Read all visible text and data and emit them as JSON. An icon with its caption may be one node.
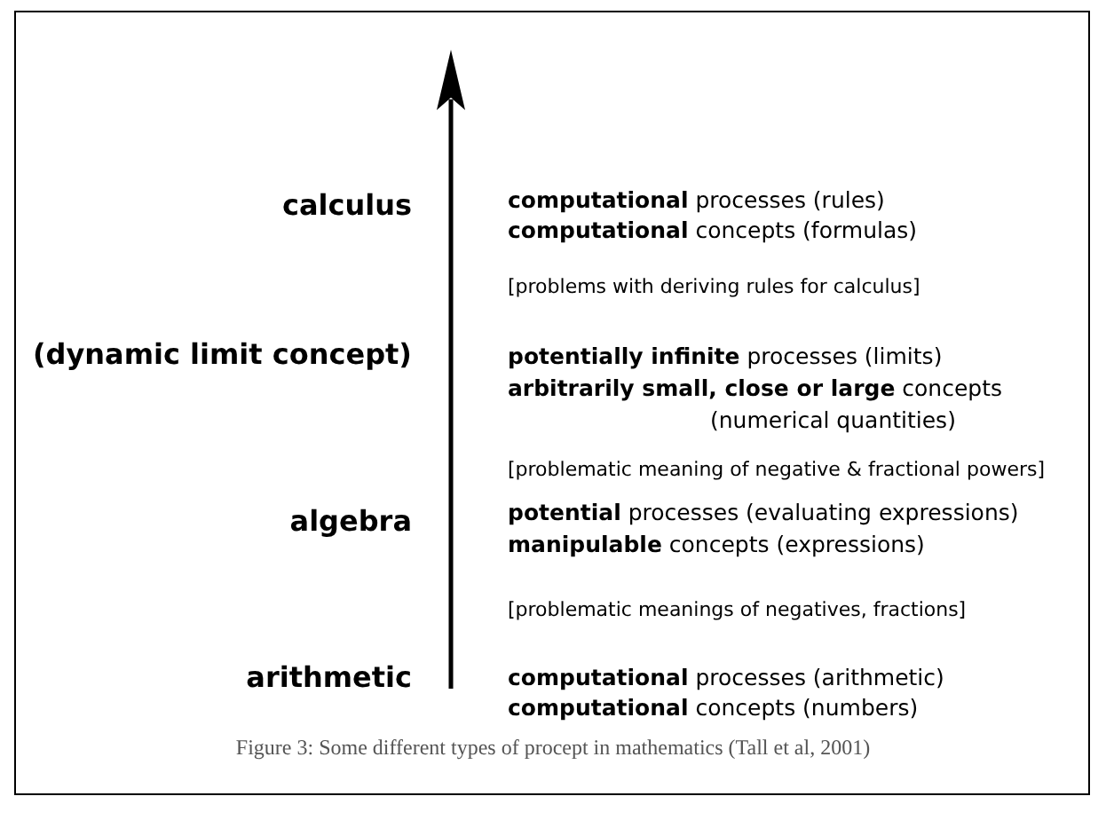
{
  "diagram": {
    "caption": "Figure 3: Some different types of procept in mathematics (Tall et al, 2001)",
    "labels": [
      "calculus",
      "**computational** processes (rules)",
      "**computational** concepts (formulas)",
      "[problems with deriving rules for calculus]",
      "(dynamic limit concept)",
      "**potentially infinite** processes (limits)",
      "**arbitrarily small, close or large** concepts",
      "(numerical quantities)",
      "[problematic meaning of negative & fractional powers]",
      "algebra",
      "**potential** processes (evaluating expressions)",
      "**manipulable** concepts (expressions)",
      "[problematic meanings of negatives, fractions]",
      "arithmetic",
      "**computational** processes (arithmetic)",
      "**computational** concepts (numbers)"
    ]
  }
}
